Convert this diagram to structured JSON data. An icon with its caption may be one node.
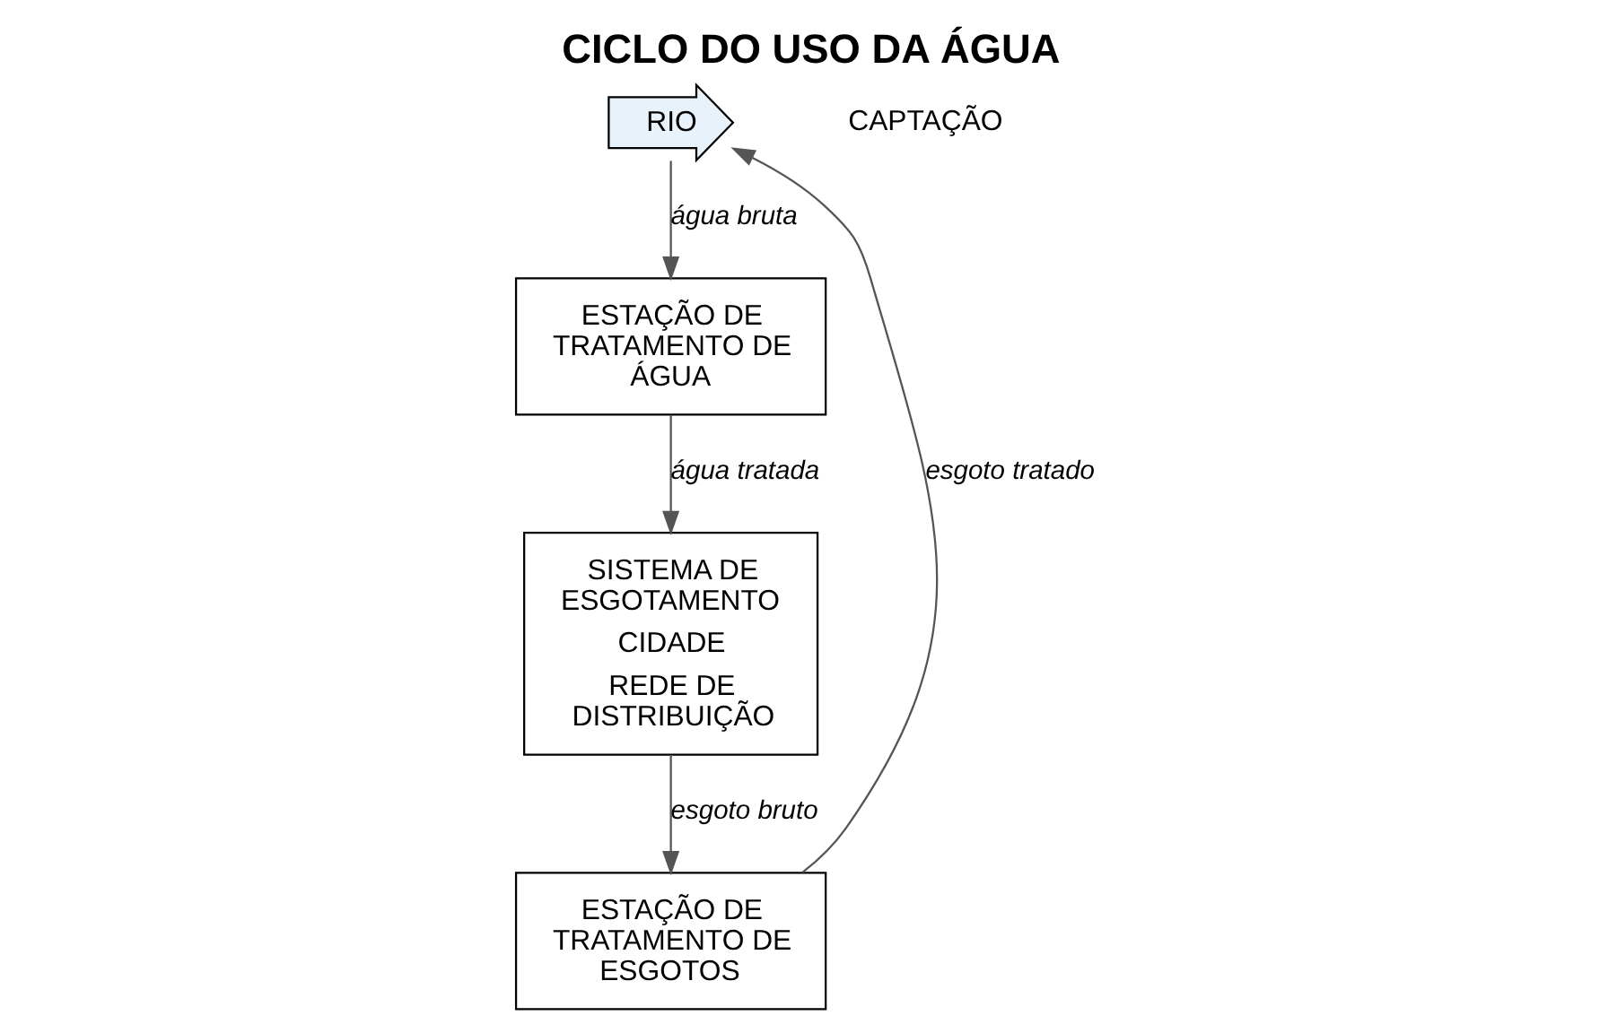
{
  "diagram": {
    "title": "CICLO DO USO DA ÁGUA",
    "nodes": [
      {
        "text": [
          "RIO"
        ]
      },
      {
        "text": [
          "ESTAÇÃO DE TRATAMENTO DE ÁGUA"
        ]
      },
      {
        "text": [
          "SISTEMA DE ESGOTAMENTO",
          "CIDADE",
          "REDE DE DISTRIBUIÇÃO"
        ]
      },
      {
        "text": [
          "ESTAÇÃO DE TRATAMENTO DE ESGOTOS"
        ]
      }
    ],
    "edges": [
      {
        "from": 0,
        "to": 1,
        "arrow": "to",
        "label": "água bruta"
      },
      {
        "from": 1,
        "to": 2,
        "arrow": "to",
        "label": "água tratada"
      },
      {
        "from": 2,
        "to": 3,
        "arrow": "to",
        "label": "esgoto bruto"
      },
      {
        "from": 3,
        "to": 0,
        "arrow": "to",
        "label": "esgoto tratado"
      }
    ],
    "labels": [
      "CAPTAÇÃO"
    ]
  }
}
